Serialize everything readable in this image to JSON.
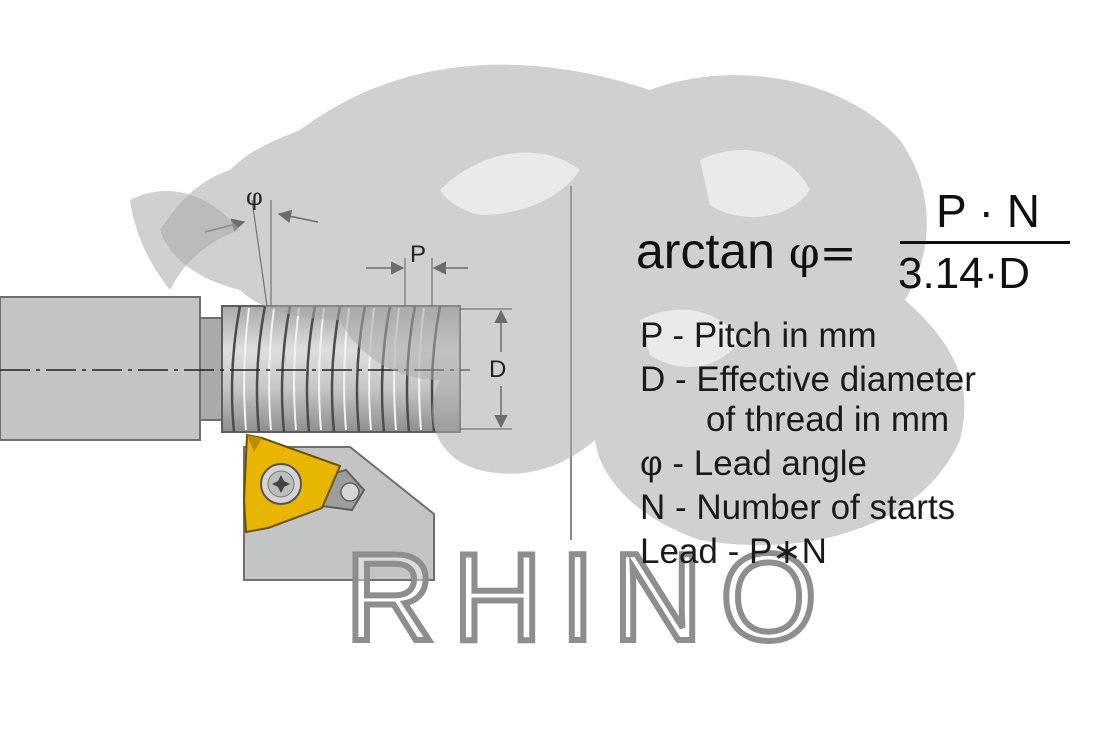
{
  "diagram": {
    "labels": {
      "phi": "φ",
      "pitch": "P",
      "diameter": "D"
    }
  },
  "formula": {
    "func": "arctan",
    "phi_eq": "φ=",
    "numerator": "P · N",
    "denominator": "3.14·D"
  },
  "legend": [
    "P - Pitch in mm",
    "D - Effective diameter",
    "of thread in mm",
    "φ - Lead angle",
    "N - Number of starts",
    "Lead - P∗N"
  ],
  "watermark": {
    "text": "RHINO",
    "color": "#8e8e8e"
  },
  "colors": {
    "insert_gold": "#e8b600",
    "tool_gray": "#c2c5c4",
    "thread_gray": "#cfcfcf",
    "text": "#111111"
  }
}
